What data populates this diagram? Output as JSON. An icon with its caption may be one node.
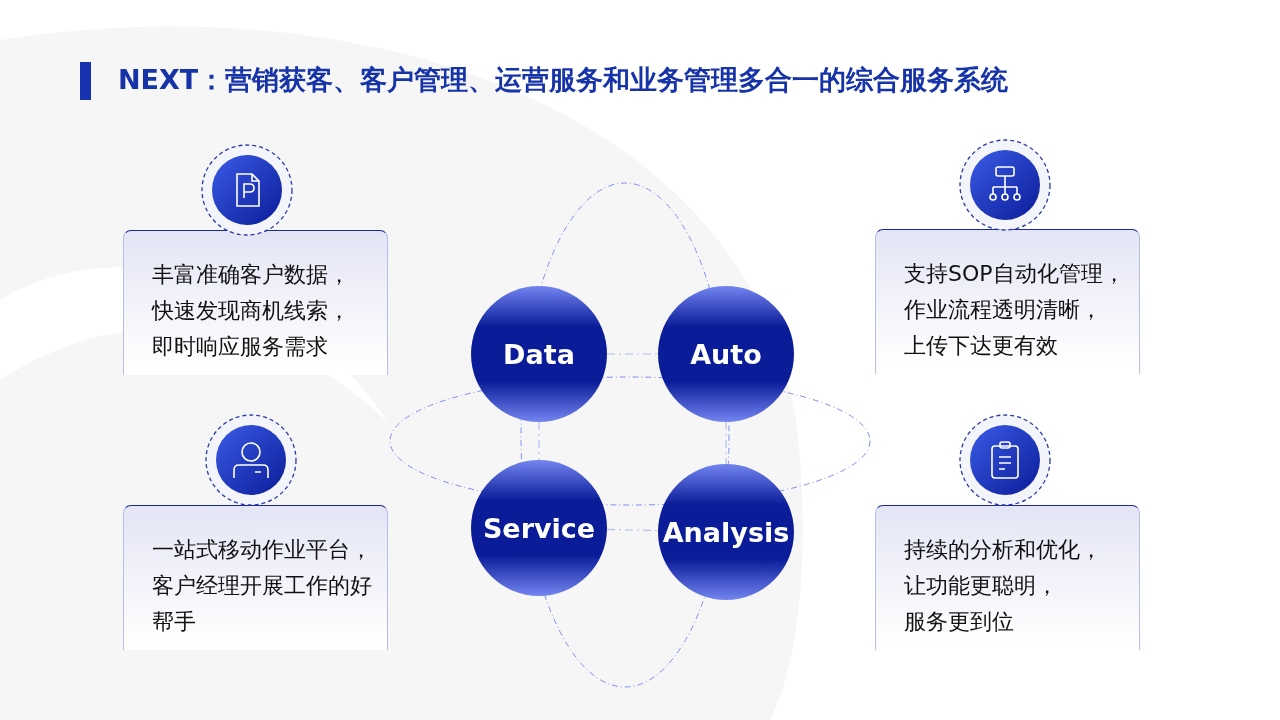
{
  "diagram": {
    "title": "NEXT：营销获客、客户管理、运营服务和业务管理多合一的综合服务系统",
    "nodes": [
      {
        "text": [
          "丰富准确客户数据，快速发现商机线索，即时响应服务需求"
        ]
      },
      {
        "text": [
          "支持SOP自动化管理，作业流程透明清晰，上传下达更有效"
        ]
      },
      {
        "text": [
          "Data"
        ]
      },
      {
        "text": [
          "Auto"
        ]
      },
      {
        "text": [
          "Service"
        ]
      },
      {
        "text": [
          "Analysis"
        ]
      },
      {
        "text": [
          "一站式移动作业平台，客户经理开展工作的好帮手"
        ]
      },
      {
        "text": [
          "持续的分析和优化，让功能更聪明，服务更到位"
        ]
      }
    ],
    "edges": [
      {
        "from": 2,
        "to": 3,
        "arrow": "none",
        "style": "dashed"
      },
      {
        "from": 2,
        "to": 4,
        "arrow": "none",
        "style": "dashed"
      },
      {
        "from": 3,
        "to": 5,
        "arrow": "none",
        "style": "dashed"
      },
      {
        "from": 4,
        "to": 5,
        "arrow": "none",
        "style": "dashed"
      }
    ]
  }
}
